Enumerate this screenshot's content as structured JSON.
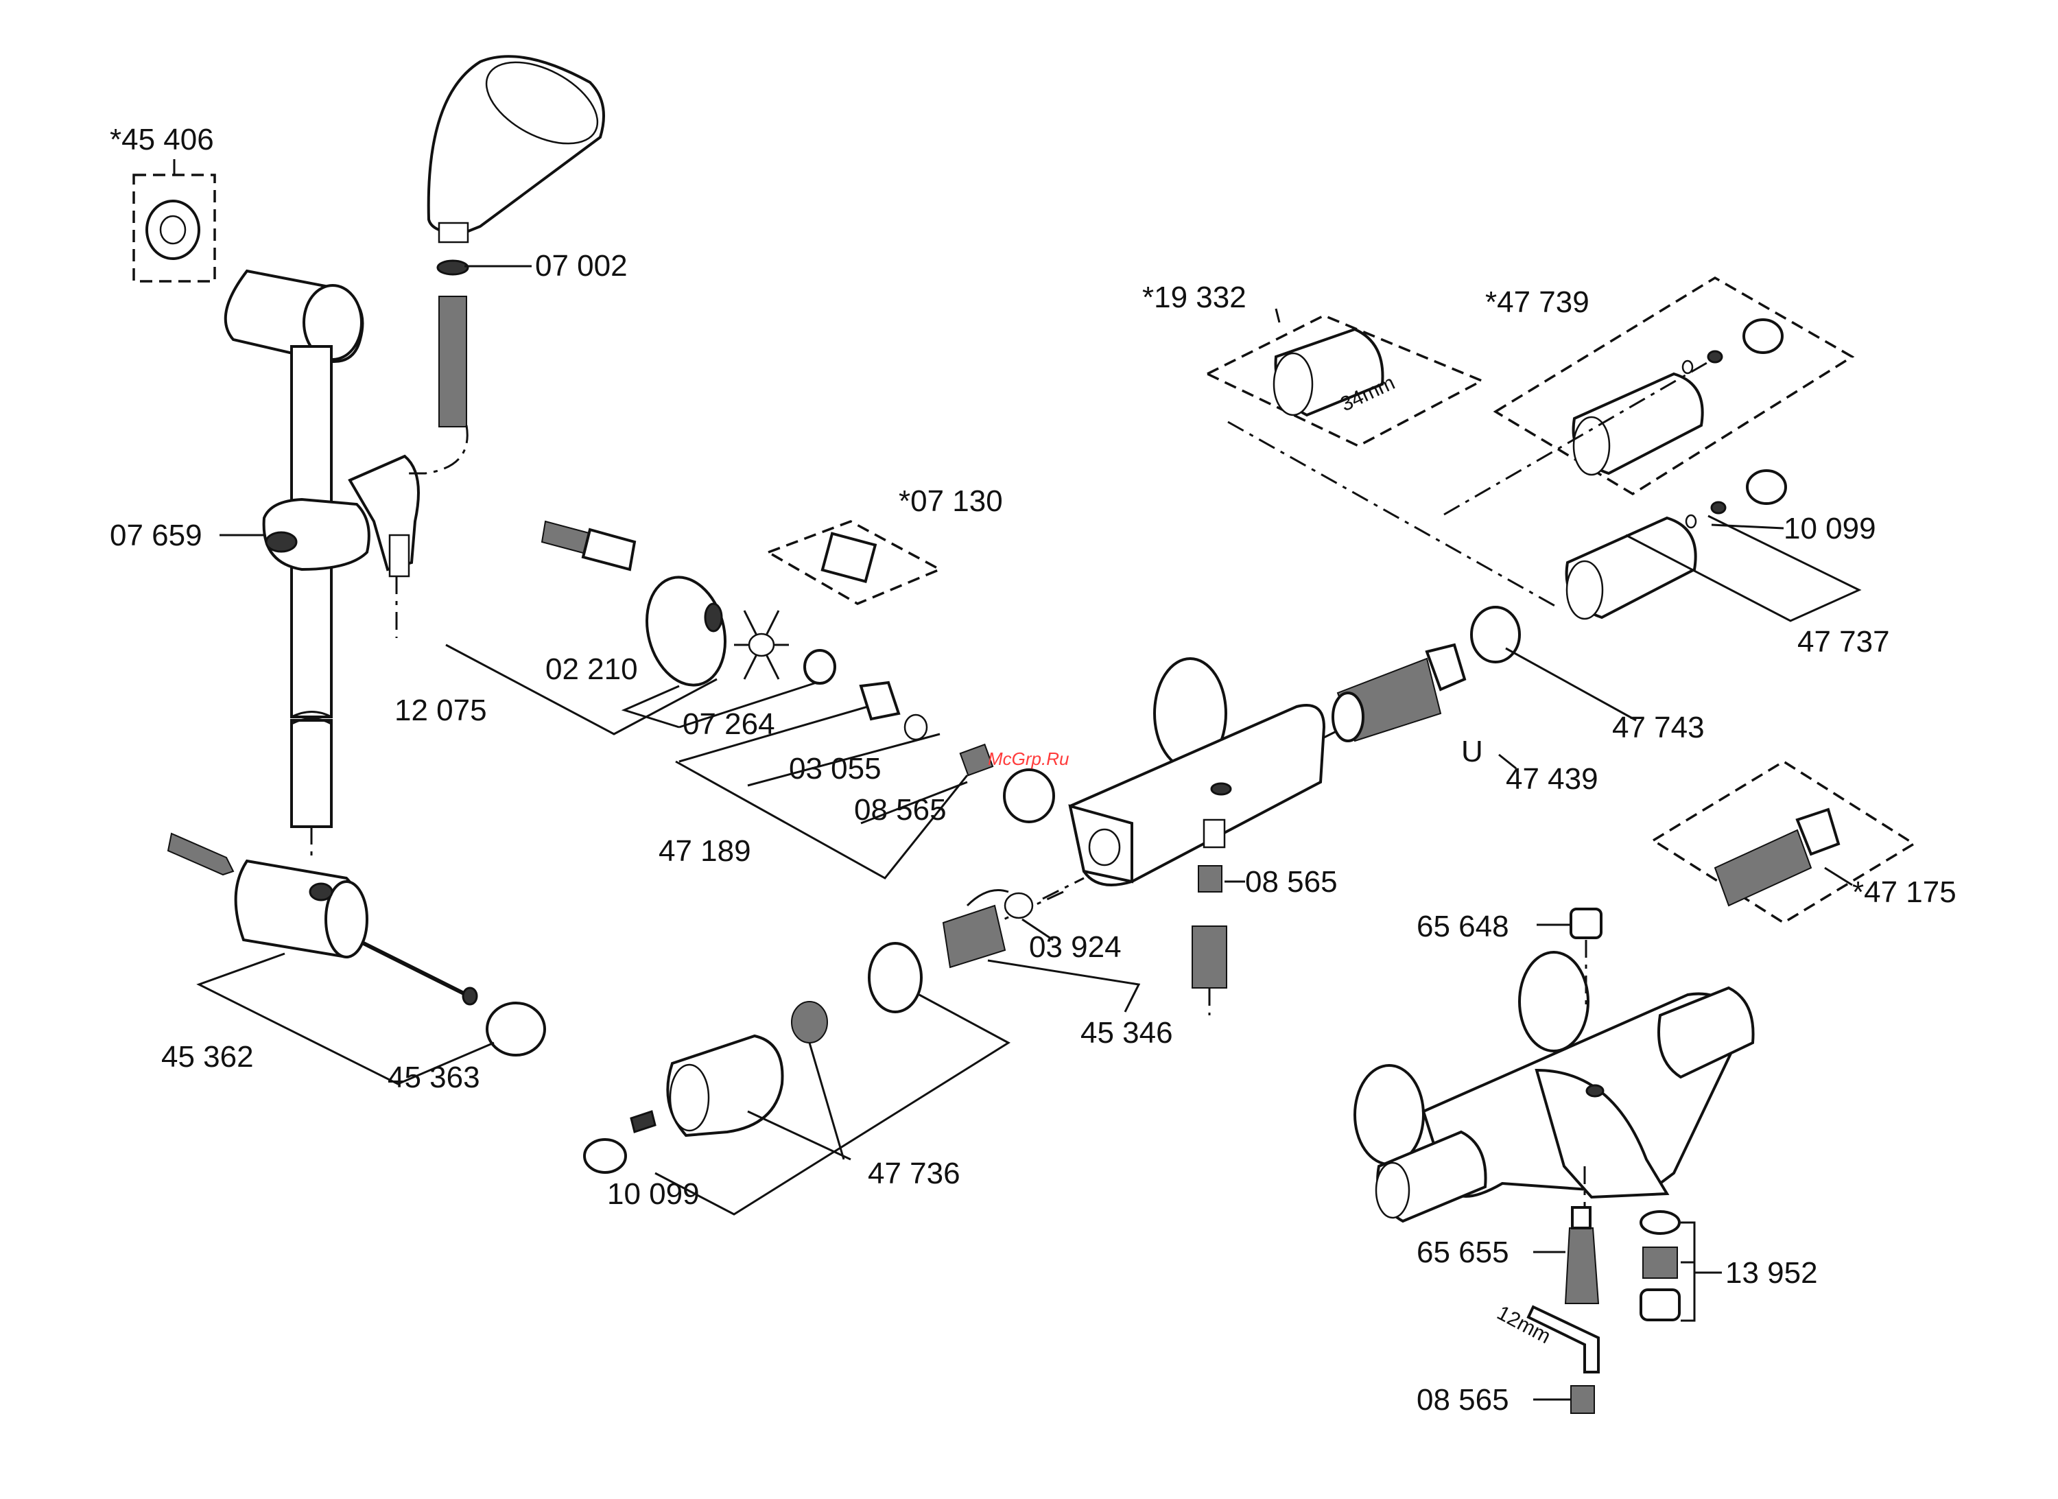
{
  "watermark": "McGrp.Ru",
  "dimensions": {
    "wrench_19332": "34mm",
    "hex_key": "12mm",
    "u_mark": "U"
  },
  "labels": [
    "*45 406",
    "07 002",
    "07 659",
    "45 362",
    "45 363",
    "12 075",
    "02 210",
    "07 264",
    "03 055",
    "08 565",
    "47 189",
    "*07 130",
    "08 565",
    "03 924",
    "45 346",
    "47 736",
    "10 099",
    "*19 332",
    "*47 739",
    "10 099",
    "47 737",
    "47 743",
    "47 439",
    "*47 175",
    "65 648",
    "65 655",
    "13 952",
    "08 565"
  ]
}
